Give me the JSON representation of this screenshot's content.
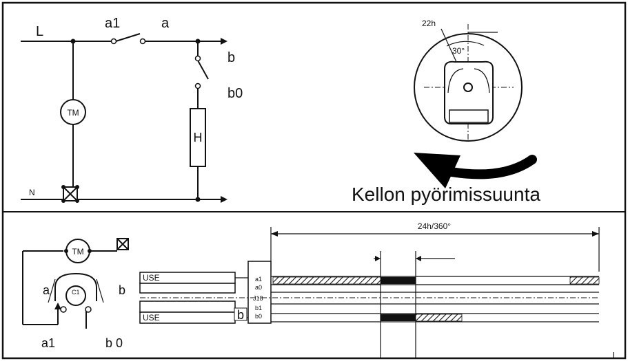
{
  "circuit": {
    "line_label": "L",
    "neutral_label": "N",
    "contact_a1": "a1",
    "contact_a": "a",
    "contact_b": "b",
    "contact_b0": "b0",
    "motor": "TM",
    "heater": "H"
  },
  "dial": {
    "hour_label": "22h",
    "angle_label": "30°",
    "caption": "Kellon pyörimissuunta"
  },
  "wiring": {
    "motor": "TM",
    "cam_label": "C1",
    "a": "a",
    "b": "b",
    "a1": "a1",
    "b0": "b 0"
  },
  "timing": {
    "span_label": "24h/360°",
    "use_top": "USE",
    "use_bottom": "USE",
    "b_label": "b",
    "row_a1": "a1",
    "row_a0": "a0",
    "row_mid": "J18",
    "row_b1": "b1",
    "row_b0": "b0"
  },
  "colors": {
    "ink": "#111111",
    "background": "#ffffff",
    "arrow": "#000000"
  }
}
